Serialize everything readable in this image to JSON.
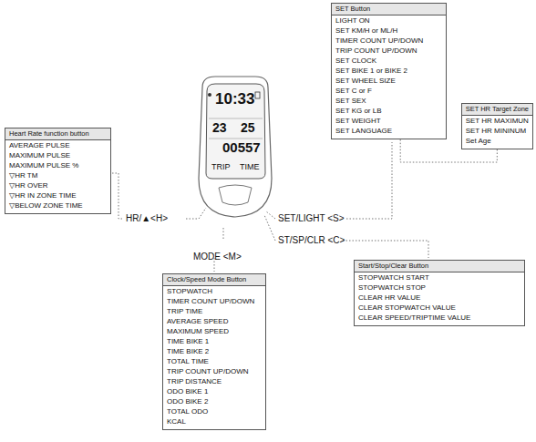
{
  "diagram": {
    "nodes": [
      {
        "text": [
          "SET Button",
          "LIGHT ON",
          "SET KM/H or ML/H",
          "TIMER COUNT UP/DOWN",
          "TRIP COUNT UP/DOWN",
          "SET CLOCK",
          "SET BIKE 1 or BIKE 2",
          "SET WHEEL SIZE",
          "SET C or F",
          "SET SEX",
          "SET KG or LB",
          "SET WEIGHT",
          "SET LANGUAGE"
        ]
      },
      {
        "text": [
          "SET HR Target Zone",
          "SET HR MAXIMUN",
          "SET HR MININUM",
          "Set Age"
        ]
      },
      {
        "text": [
          "Heart Rate function button",
          "AVERAGE PULSE",
          "MAXIMUM PULSE",
          "MAXIMUM PULSE %",
          "▽HR TM",
          "▽HR OVER",
          "▽HR IN ZONE TIME",
          "▽BELOW ZONE TIME"
        ]
      },
      {
        "text": [
          "Start/Stop/Clear Button",
          "STOPWATCH START",
          "STOPWATCH STOP",
          "CLEAR HR VALUE",
          "CLEAR STOPWATCH VALUE",
          "CLEAR SPEED/TRIPTIME VALUE"
        ]
      },
      {
        "text": [
          "Clock/Speed Mode Button",
          "STOPWATCH",
          "TIMER COUNT UP/DOWN",
          "TRIP TIME",
          "AVERAGE SPEED",
          "MAXIMUM SPEED",
          "TIME BIKE 1",
          "TIME BIKE 2",
          "TOTAL TIME",
          "TRIP COUNT UP/DOWN",
          "TRIP DISTANCE",
          "ODO BIKE 1",
          "ODO BIKE 2",
          "TOTAL ODO",
          "KCAL"
        ]
      }
    ],
    "edges": [
      {
        "from": 1,
        "to": 0,
        "arrow": "none"
      }
    ],
    "labels": [
      "HR/▲<H>",
      "SET/LIGHT <S>",
      "ST/SP/CLR <C>",
      "MODE <M>",
      "10:33",
      "23",
      "25",
      "00557",
      "TRIP",
      "TIME"
    ]
  }
}
